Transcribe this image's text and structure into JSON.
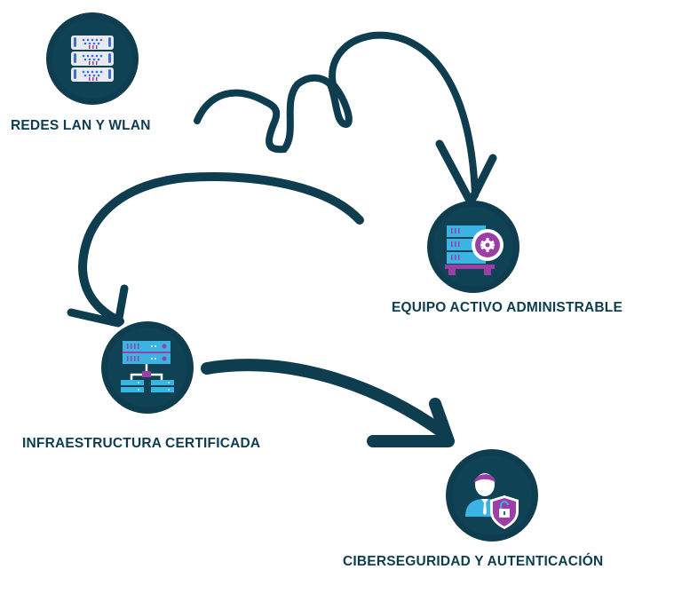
{
  "colors": {
    "primary": "#0e3d4f",
    "circle_inner": "#0f4254",
    "accent_blue": "#3bb3e3",
    "accent_purple": "#9b3fa6",
    "white": "#ffffff"
  },
  "nodes": [
    {
      "id": "redes",
      "label": "REDES LAN Y WLAN",
      "icon": "server-rack-icon"
    },
    {
      "id": "equipo",
      "label": "EQUIPO ACTIVO ADMINISTRABLE",
      "icon": "server-gear-icon"
    },
    {
      "id": "infra",
      "label": "INFRAESTRUCTURA CERTIFICADA",
      "icon": "network-hierarchy-icon"
    },
    {
      "id": "ciber",
      "label": "CIBERSEGURIDAD Y AUTENTICACIÓN",
      "icon": "user-shield-lock-icon"
    }
  ],
  "edges": [
    {
      "from": "redes",
      "to": "equipo",
      "style": "loopy-arrow"
    },
    {
      "from": "equipo",
      "to": "infra",
      "style": "curved-arrow"
    },
    {
      "from": "infra",
      "to": "ciber",
      "style": "curved-arrow"
    }
  ]
}
